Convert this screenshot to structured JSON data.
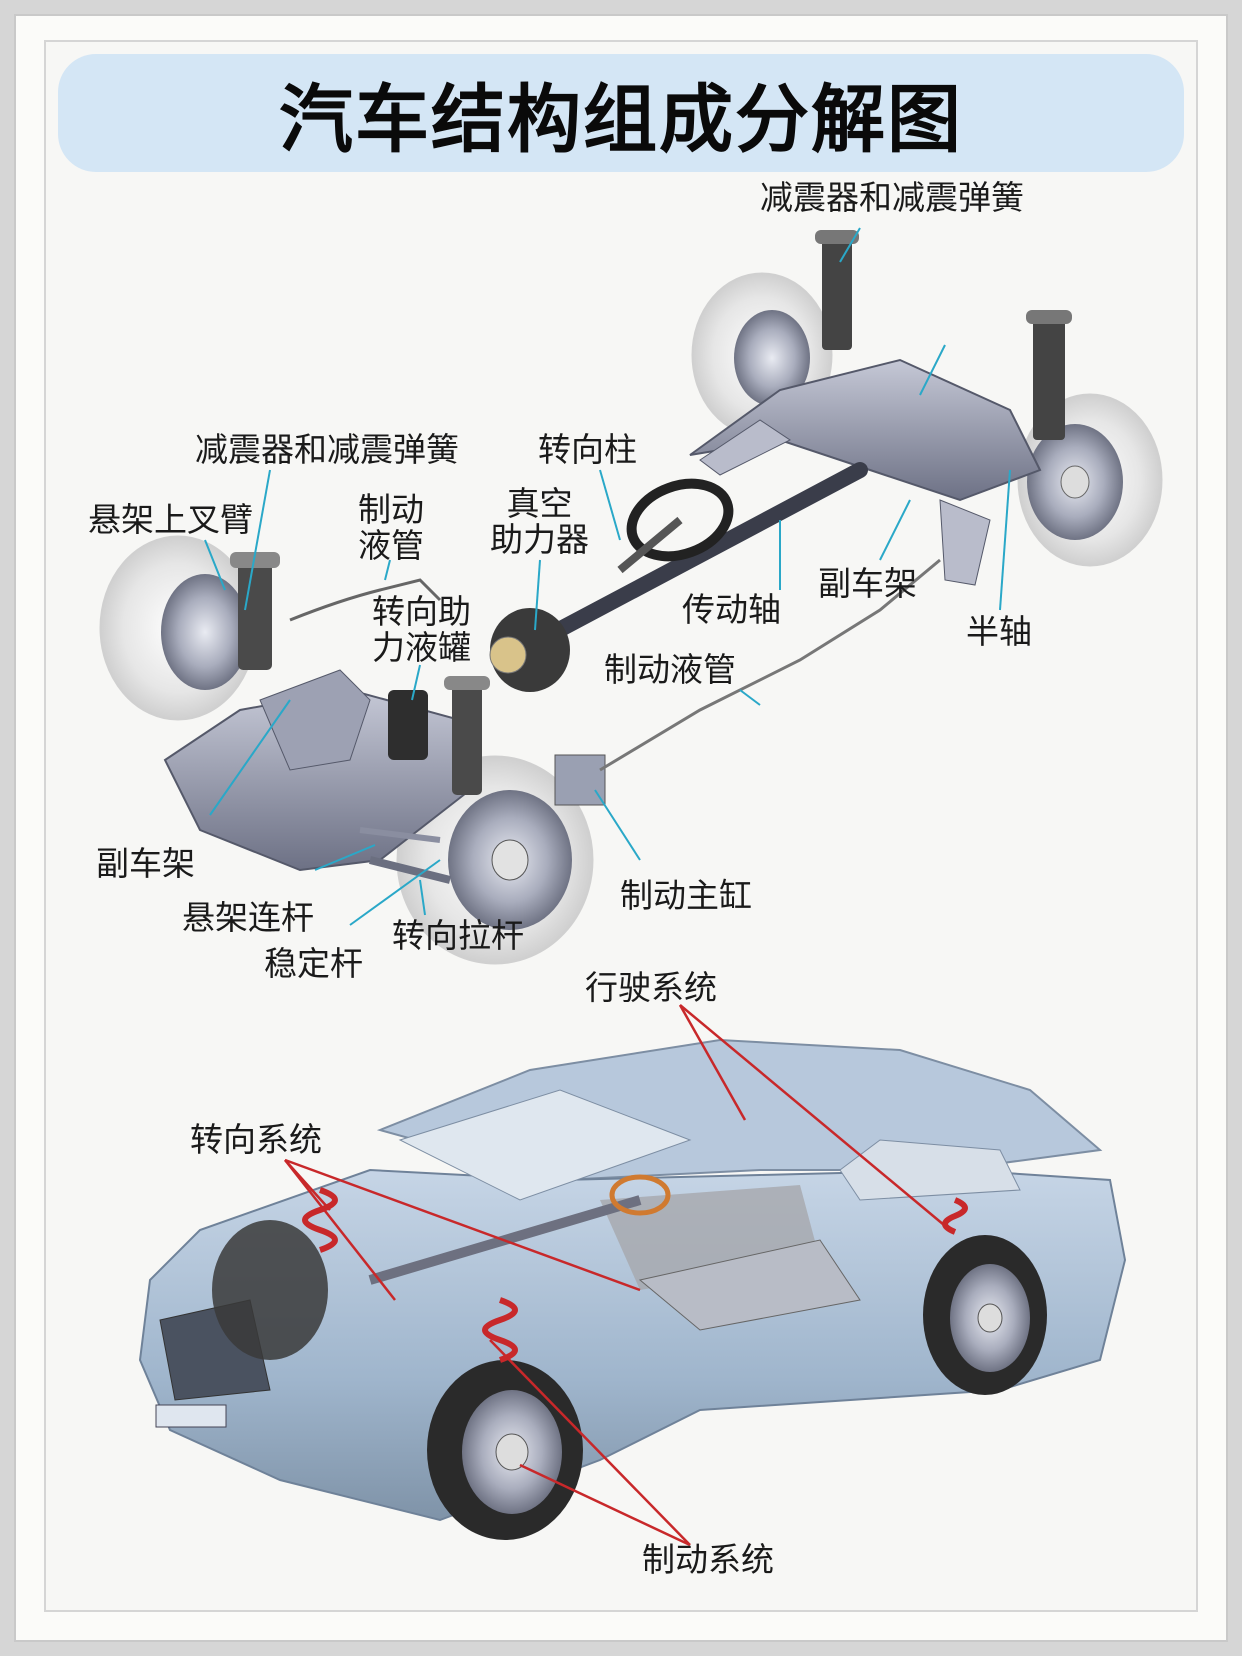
{
  "title": "汽车结构组成分解图",
  "chassis_labels": {
    "rear_shock": "减震器和减震弹簧",
    "front_shock": "减震器和减震弹簧",
    "steering_column": "转向柱",
    "upper_arm": "悬架上叉臂",
    "brake_line_front": "制动\n液管",
    "vacuum_booster": "真空\n助力器",
    "steering_fluid_tank": "转向助\n力液罐",
    "drive_shaft": "传动轴",
    "rear_subframe": "副车架",
    "half_shaft": "半轴",
    "brake_line_mid": "制动液管",
    "front_subframe": "副车架",
    "suspension_link": "悬架连杆",
    "stabilizer_bar": "稳定杆",
    "tie_rod": "转向拉杆",
    "master_cylinder": "制动主缸"
  },
  "car_labels": {
    "running_system": "行驶系统",
    "steering_system": "转向系统",
    "braking_system": "制动系统"
  },
  "colors": {
    "title_bar": "#d4e6f5",
    "leader_line_blue": "#2aa8c8",
    "leader_line_red": "#c8282a",
    "car_body": "#a9bfd6",
    "chassis_metal": "#8f94a8"
  }
}
